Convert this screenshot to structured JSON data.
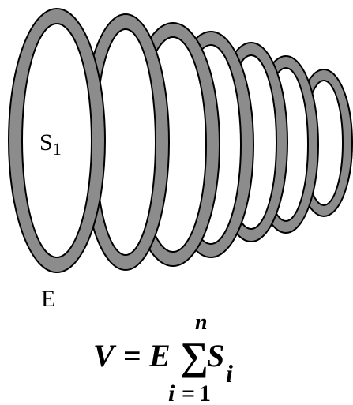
{
  "diagram": {
    "ring_color": "#8c8c8c",
    "outline_color": "#000000",
    "ring_count": 7,
    "surface_label": {
      "letter": "S",
      "subscript": "1"
    },
    "weight_label": "E"
  },
  "formula": {
    "lhs": "V",
    "equals": "=",
    "factor": "E",
    "sum_symbol": "∑",
    "upper_limit": "n",
    "term": "S",
    "term_index": "i",
    "lower_limit_var": "i",
    "lower_limit_eq": "=",
    "lower_limit_val": "1"
  }
}
